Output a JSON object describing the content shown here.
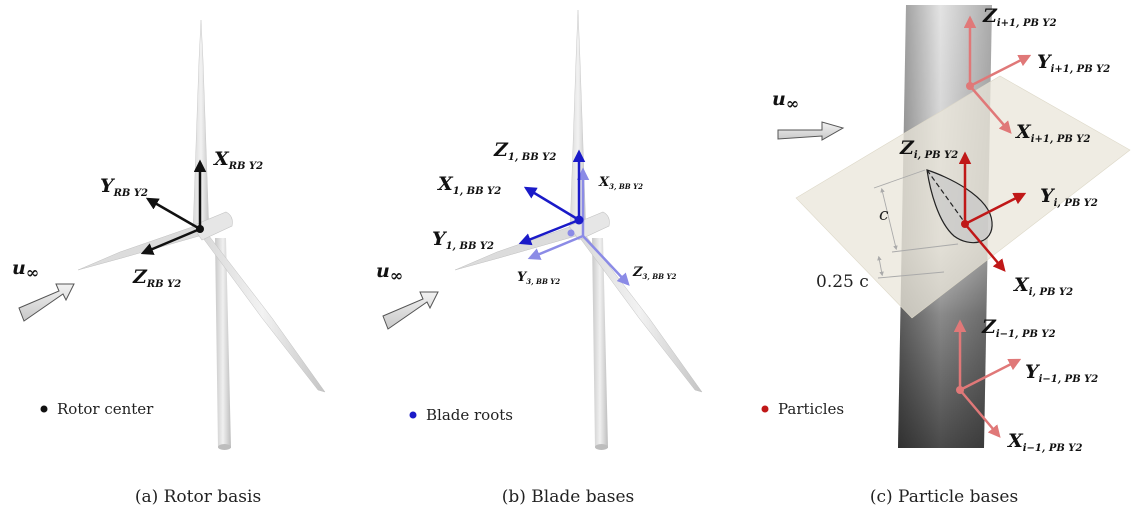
{
  "panels": [
    {
      "caption": "(a) Rotor basis",
      "legend": "Rotor center",
      "legend_color": "#111111",
      "inflow": {
        "main": "u",
        "sub": "∞"
      },
      "vectors": [
        {
          "main": "X",
          "sub": "RB Y2"
        },
        {
          "main": "Y",
          "sub": "RB Y2"
        },
        {
          "main": "Z",
          "sub": "RB Y2"
        }
      ]
    },
    {
      "caption": "(b) Blade bases",
      "legend": "Blade roots",
      "legend_color": "#1a1ac8",
      "light_color": "#8b8be6",
      "inflow": {
        "main": "u",
        "sub": "∞"
      },
      "vectors": [
        {
          "main": "Z",
          "sub": "1, BB Y2"
        },
        {
          "main": "X",
          "sub": "1, BB Y2"
        },
        {
          "main": "Y",
          "sub": "1, BB Y2"
        },
        {
          "main": "X",
          "sub": "3, BB Y2"
        },
        {
          "main": "Y",
          "sub": "3, BB Y2"
        },
        {
          "main": "Z",
          "sub": "3, BB Y2"
        }
      ]
    },
    {
      "caption": "(c) Particle bases",
      "legend": "Particles",
      "legend_color": "#c01818",
      "light_color": "#e07878",
      "inflow": {
        "main": "u",
        "sub": "∞"
      },
      "dimensions": {
        "chord": "c",
        "quarter_chord": "0.25 c"
      },
      "vectors": [
        {
          "main": "Z",
          "sub": "i+1, PB Y2"
        },
        {
          "main": "Y",
          "sub": "i+1, PB Y2"
        },
        {
          "main": "X",
          "sub": "i+1, PB Y2"
        },
        {
          "main": "Z",
          "sub": "i, PB Y2"
        },
        {
          "main": "Y",
          "sub": "i, PB Y2"
        },
        {
          "main": "X",
          "sub": "i, PB Y2"
        },
        {
          "main": "Z",
          "sub": "i−1, PB Y2"
        },
        {
          "main": "Y",
          "sub": "i−1, PB Y2"
        },
        {
          "main": "X",
          "sub": "i−1, PB Y2"
        }
      ]
    }
  ]
}
